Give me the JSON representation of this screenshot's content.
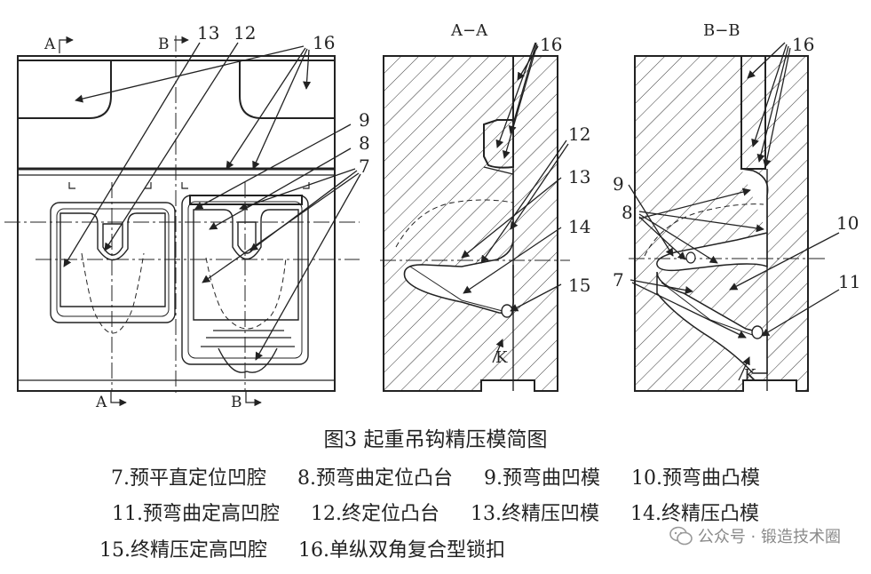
{
  "figure": {
    "view_labels": {
      "section_aa": "A−A",
      "section_bb": "B−B"
    },
    "section_marks": {
      "a_top": "A",
      "b_top": "B",
      "a_bottom": "A",
      "b_bottom": "B"
    },
    "callouts": {
      "plan_13": "13",
      "plan_12": "12",
      "plan_16": "16",
      "plan_9": "9",
      "plan_8": "8",
      "plan_7": "7",
      "aa_16": "16",
      "aa_12": "12",
      "aa_13": "13",
      "aa_14": "14",
      "aa_15": "15",
      "aa_k": "K",
      "bb_16": "16",
      "bb_9": "9",
      "bb_8": "8",
      "bb_10": "10",
      "bb_7": "7",
      "bb_11": "11",
      "bb_k": "K"
    }
  },
  "caption": {
    "title": "图3    起重吊钩精压模简图"
  },
  "legend": {
    "row1": [
      "7.预平直定位凹腔",
      "8.预弯曲定位凸台",
      "9.预弯曲凹模",
      "10.预弯曲凸模"
    ],
    "row2": [
      "11.预弯曲定高凹腔",
      "12.终定位凸台",
      "13.终精压凹模",
      "14.终精压凸模"
    ],
    "row3": [
      "15.终精压定高凹腔",
      "16.单纵双角复合型锁扣"
    ]
  },
  "watermark": {
    "text": "公众号 · 锻造技术圈"
  }
}
